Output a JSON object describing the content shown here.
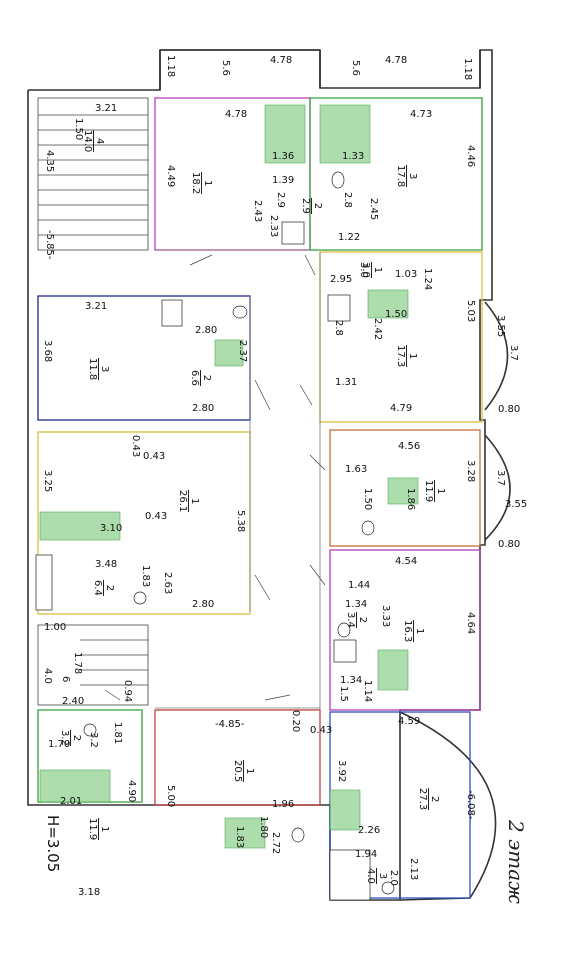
{
  "floor_caption": "2 этаж",
  "height_label": "H=3.05",
  "wall_dims": {
    "top_left_1": "1.18",
    "top_left_2": "5.6",
    "top_left_3": "4.78",
    "top_right_1": "4.78",
    "top_right_2": "5.6",
    "top_right_3": "1.18",
    "a": "3.21",
    "b": "1.50",
    "c": "4.35",
    "d": "-5.85-",
    "e": "4.78",
    "f": "4.73",
    "g": "4.49",
    "h": "2.43",
    "i": "2.33",
    "j": "2.9",
    "k": "1.36",
    "l": "1.33",
    "m": "1.39",
    "n": "2.8",
    "o": "2.45",
    "p": "4.46",
    "q": "1.22",
    "r": "2.95",
    "s": "3.0",
    "t": "1.03",
    "u": "1.24",
    "v": "5.03",
    "w": "3.21",
    "x": "3.68",
    "y": "2.80",
    "z": "2.37",
    "aa": "2.80",
    "ab": "3.55",
    "ac": "3.7",
    "ad": "1.50",
    "ae": "2.42",
    "af": "2.8",
    "ag": "1.31",
    "ah": "4.79",
    "ai": "0.80",
    "aj": "0.43",
    "ak": "0.43",
    "al": "4.56",
    "am": "1.63",
    "an": "3.25",
    "ao": "0.43",
    "ap": "5.38",
    "aq": "3.10",
    "ar": "1.50",
    "as": "1.86",
    "at": "3.28",
    "au": "3.7",
    "av": "3.55",
    "aw": "0.80",
    "ax": "3.48",
    "ay": "1.83",
    "az": "2.63",
    "ba": "2.80",
    "bb": "4.54",
    "bc": "1.44",
    "bd": "1.34",
    "be": "3.33",
    "bf": "4.64",
    "bg": "1.00",
    "bh": "1.78",
    "bi": "4.0",
    "bj": "6",
    "bk": "0.94",
    "bl": "2.40",
    "bm": "1.34",
    "bn": "1.5",
    "bo": "1.14",
    "bp": "4.59",
    "bq": "1.81",
    "br": "1.70",
    "bs": "3.2",
    "bt": "-4.85-",
    "bu": "0.20",
    "bv": "0.43",
    "bw": "4.90",
    "bx": "5.00",
    "by": "3.92",
    "bz": "-6.08-",
    "ca": "2.01",
    "cb": "1.96",
    "cc": "2.26",
    "cd": "3.18",
    "ce": "1.83",
    "cf": "2.72",
    "cg": "1.80",
    "ch": "1.94",
    "ci": "2.13",
    "cj": "2.0"
  },
  "rooms": [
    {
      "id": "r1",
      "num": "4",
      "area": "14.0"
    },
    {
      "id": "r2",
      "num": "1",
      "area": "18.2"
    },
    {
      "id": "r3",
      "num": "3",
      "area": "17.8"
    },
    {
      "id": "r4",
      "num": "2",
      "area": "2.9"
    },
    {
      "id": "r5",
      "num": "3",
      "area": "11.8"
    },
    {
      "id": "r6",
      "num": "2",
      "area": "6.6"
    },
    {
      "id": "r7",
      "num": "1",
      "area": "17.3"
    },
    {
      "id": "r8",
      "num": "1",
      "area": "3.0"
    },
    {
      "id": "r9",
      "num": "1",
      "area": "26.1"
    },
    {
      "id": "r10",
      "num": "1",
      "area": "11.9"
    },
    {
      "id": "r11",
      "num": "2",
      "area": "6.4"
    },
    {
      "id": "r12",
      "num": "1",
      "area": "16.3"
    },
    {
      "id": "r13",
      "num": "2",
      "area": "3.4"
    },
    {
      "id": "r14",
      "num": "1",
      "area": "20.5"
    },
    {
      "id": "r15",
      "num": "2",
      "area": "27.3"
    },
    {
      "id": "r16",
      "num": "1",
      "area": "11.9"
    },
    {
      "id": "r17",
      "num": "3",
      "area": "4.0"
    },
    {
      "id": "r18",
      "num": "2",
      "area": "3.2"
    }
  ]
}
